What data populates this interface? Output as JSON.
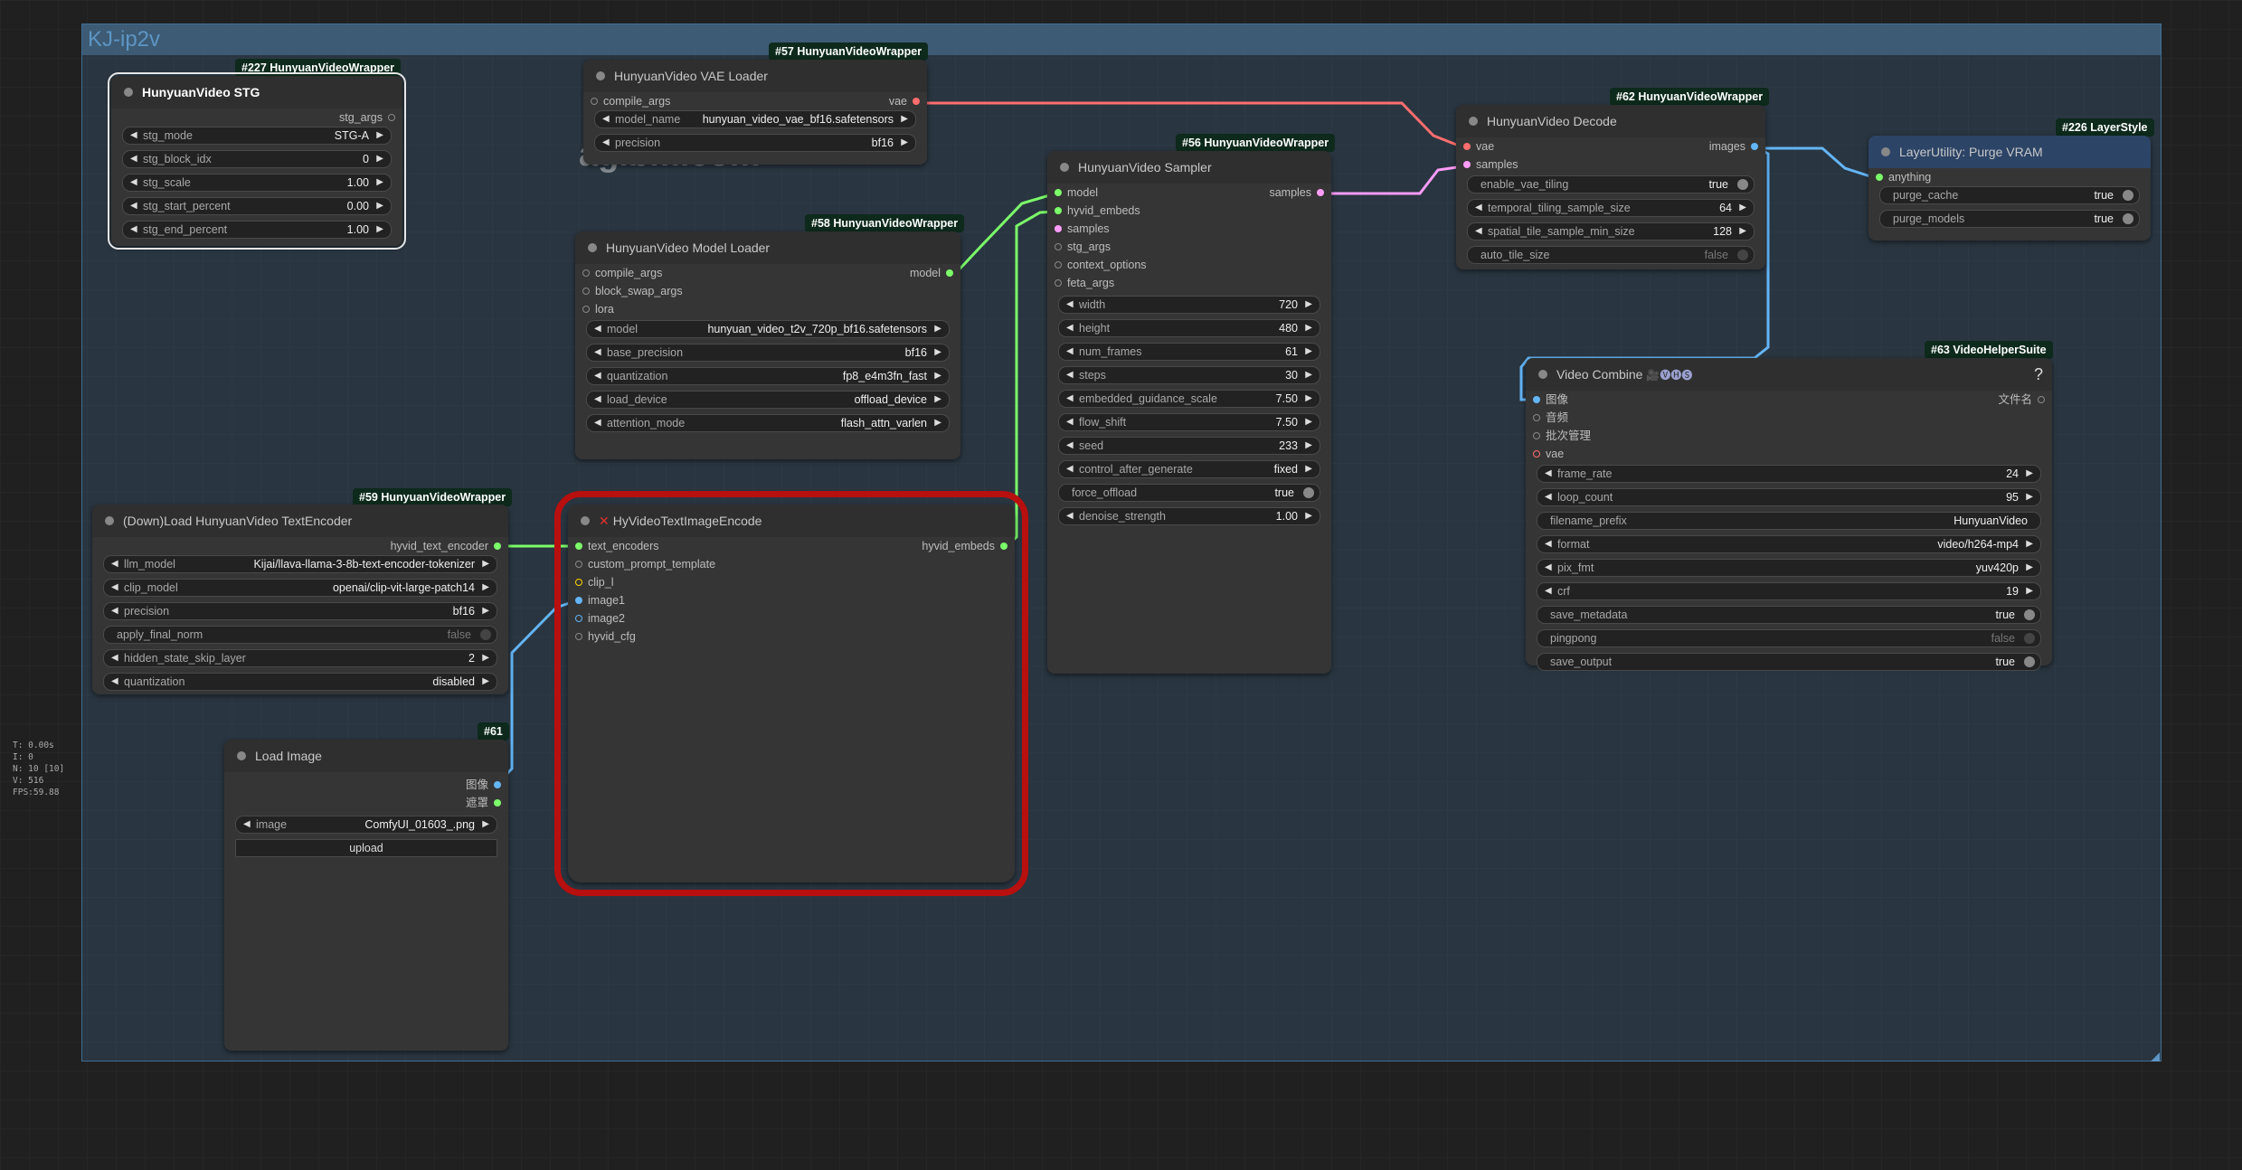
{
  "group": {
    "title": "KJ-ip2v"
  },
  "watermark": "agibm.com",
  "stats": [
    "T: 0.00s",
    "I: 0",
    "N: 10 [10]",
    "V: 516",
    "FPS:59.88"
  ],
  "nodes": {
    "stg": {
      "badge": "#227 HunyuanVideoWrapper",
      "title": "HunyuanVideo STG",
      "outputs": [
        "stg_args"
      ],
      "widgets": [
        {
          "label": "stg_mode",
          "value": "STG-A"
        },
        {
          "label": "stg_block_idx",
          "value": "0"
        },
        {
          "label": "stg_scale",
          "value": "1.00"
        },
        {
          "label": "stg_start_percent",
          "value": "0.00"
        },
        {
          "label": "stg_end_percent",
          "value": "1.00"
        }
      ]
    },
    "vae_loader": {
      "badge": "#57 HunyuanVideoWrapper",
      "title": "HunyuanVideo VAE Loader",
      "inputs": [
        "compile_args"
      ],
      "outputs": [
        "vae"
      ],
      "widgets": [
        {
          "label": "model_name",
          "value": "hunyuan_video_vae_bf16.safetensors"
        },
        {
          "label": "precision",
          "value": "bf16"
        }
      ]
    },
    "model_loader": {
      "badge": "#58 HunyuanVideoWrapper",
      "title": "HunyuanVideo Model Loader",
      "inputs": [
        "compile_args",
        "block_swap_args",
        "lora"
      ],
      "outputs": [
        "model"
      ],
      "widgets": [
        {
          "label": "model",
          "value": "hunyuan_video_t2v_720p_bf16.safetensors"
        },
        {
          "label": "base_precision",
          "value": "bf16"
        },
        {
          "label": "quantization",
          "value": "fp8_e4m3fn_fast"
        },
        {
          "label": "load_device",
          "value": "offload_device"
        },
        {
          "label": "attention_mode",
          "value": "flash_attn_varlen"
        }
      ]
    },
    "sampler": {
      "badge": "#56 HunyuanVideoWrapper",
      "title": "HunyuanVideo Sampler",
      "inputs": [
        "model",
        "hyvid_embeds",
        "samples",
        "stg_args",
        "context_options",
        "feta_args"
      ],
      "outputs": [
        "samples"
      ],
      "widgets": [
        {
          "label": "width",
          "value": "720"
        },
        {
          "label": "height",
          "value": "480"
        },
        {
          "label": "num_frames",
          "value": "61"
        },
        {
          "label": "steps",
          "value": "30"
        },
        {
          "label": "embedded_guidance_scale",
          "value": "7.50"
        },
        {
          "label": "flow_shift",
          "value": "7.50"
        },
        {
          "label": "seed",
          "value": "233"
        },
        {
          "label": "control_after_generate",
          "value": "fixed"
        }
      ],
      "toggles": [
        {
          "label": "force_offload",
          "value": "true"
        }
      ],
      "widgets2": [
        {
          "label": "denoise_strength",
          "value": "1.00"
        }
      ]
    },
    "decode": {
      "badge": "#62 HunyuanVideoWrapper",
      "title": "HunyuanVideo Decode",
      "inputs": [
        "vae",
        "samples"
      ],
      "outputs": [
        "images"
      ],
      "toggle_top": {
        "label": "enable_vae_tiling",
        "value": "true"
      },
      "widgets": [
        {
          "label": "temporal_tiling_sample_size",
          "value": "64"
        },
        {
          "label": "spatial_tile_sample_min_size",
          "value": "128"
        }
      ],
      "toggle_bottom": {
        "label": "auto_tile_size",
        "value": "false"
      }
    },
    "purge": {
      "badge": "#226 LayerStyle",
      "title": "LayerUtility: Purge VRAM",
      "inputs": [
        "anything"
      ],
      "toggles": [
        {
          "label": "purge_cache",
          "value": "true"
        },
        {
          "label": "purge_models",
          "value": "true"
        }
      ]
    },
    "text_encoder": {
      "badge": "#59 HunyuanVideoWrapper",
      "title": "(Down)Load HunyuanVideo TextEncoder",
      "outputs": [
        "hyvid_text_encoder"
      ],
      "widgets": [
        {
          "label": "llm_model",
          "value": "Kijai/llava-llama-3-8b-text-encoder-tokenizer"
        },
        {
          "label": "clip_model",
          "value": "openai/clip-vit-large-patch14"
        },
        {
          "label": "precision",
          "value": "bf16"
        }
      ],
      "toggle": {
        "label": "apply_final_norm",
        "value": "false"
      },
      "widgets2": [
        {
          "label": "hidden_state_skip_layer",
          "value": "2"
        },
        {
          "label": "quantization",
          "value": "disabled"
        }
      ]
    },
    "image_encode": {
      "title": "HyVideoTextImageEncode",
      "inputs": [
        "text_encoders",
        "custom_prompt_template",
        "clip_l",
        "image1",
        "image2",
        "hyvid_cfg"
      ],
      "outputs": [
        "hyvid_embeds"
      ]
    },
    "load_image": {
      "badge": "#61",
      "title": "Load Image",
      "outputs": [
        "图像",
        "遮罩"
      ],
      "widgets": [
        {
          "label": "image",
          "value": "ComfyUI_01603_.png"
        }
      ],
      "button": "upload"
    },
    "video_combine": {
      "badge": "#63 VideoHelperSuite",
      "title": "Video Combine",
      "title_suffix": "🎥🅥🅗🅢",
      "help": "?",
      "inputs": [
        "图像",
        "音频",
        "批次管理",
        "vae"
      ],
      "outputs": [
        "文件名"
      ],
      "widgets": [
        {
          "label": "frame_rate",
          "value": "24"
        },
        {
          "label": "loop_count",
          "value": "95"
        }
      ],
      "text_widgets": [
        {
          "label": "filename_prefix",
          "value": "HunyuanVideo"
        }
      ],
      "widgets2": [
        {
          "label": "format",
          "value": "video/h264-mp4"
        },
        {
          "label": "pix_fmt",
          "value": "yuv420p"
        },
        {
          "label": "crf",
          "value": "19"
        }
      ],
      "toggles": [
        {
          "label": "save_metadata",
          "value": "true"
        },
        {
          "label": "pingpong",
          "value": "false"
        },
        {
          "label": "save_output",
          "value": "true"
        }
      ]
    }
  },
  "colors": {
    "link_vae": "#ff6e6e",
    "link_model": "#7cfc6a",
    "link_latent": "#ff9cf9",
    "link_image": "#64b5f6",
    "slot_vae": "#ff6e6e",
    "slot_model": "#7cfc6a",
    "slot_latent": "#ff9cf9",
    "slot_image": "#64b5f6",
    "slot_clip": "#ffd500",
    "selection": "#b80f0f"
  }
}
